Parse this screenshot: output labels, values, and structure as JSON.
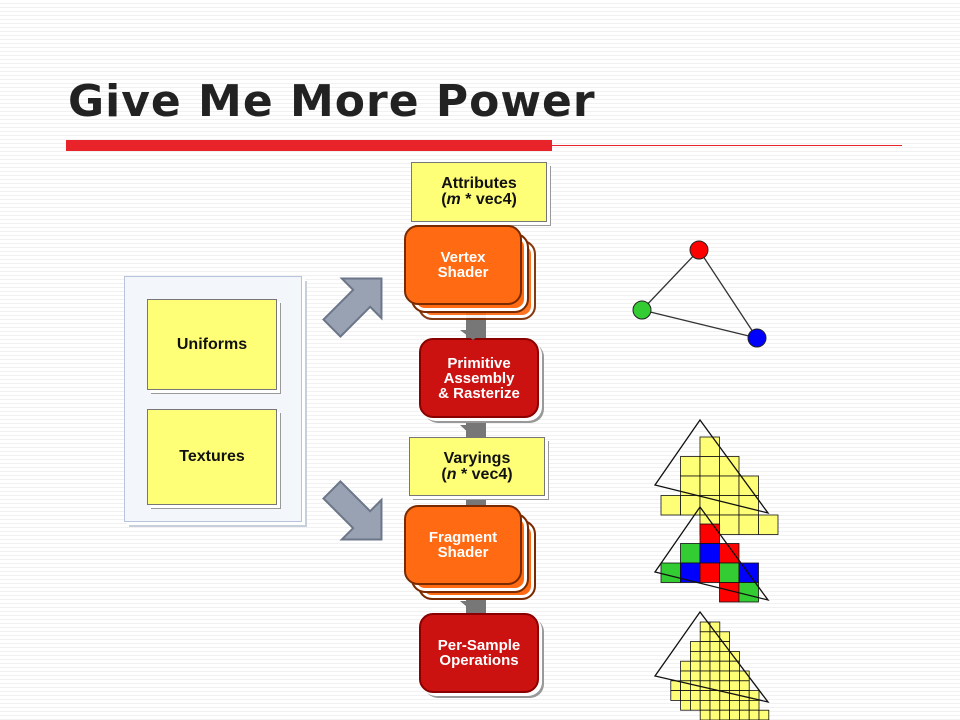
{
  "slide": {
    "title": "Give Me More Power"
  },
  "boxes": {
    "attributes": {
      "line1": "Attributes",
      "line2_var": "m",
      "line2_rest": " * vec4)",
      "line2_open": "("
    },
    "vertex_shader": {
      "line1": "Vertex",
      "line2": "Shader"
    },
    "primitive_assembly": {
      "line1": "Primitive",
      "line2": "Assembly",
      "line3": "& Rasterize"
    },
    "varyings": {
      "line1": "Varyings",
      "line2_var": "n",
      "line2_rest": " * vec4)",
      "line2_open": "("
    },
    "fragment_shader": {
      "line1": "Fragment",
      "line2": "Shader"
    },
    "per_sample": {
      "line1": "Per-Sample",
      "line2": "Operations"
    },
    "uniforms": {
      "label": "Uniforms"
    },
    "textures": {
      "label": "Textures"
    }
  },
  "colors": {
    "stage_red": "#cc1111",
    "shader_orange": "#ff6a12",
    "data_yellow": "#ffff77",
    "title_rule": "#e8232a",
    "arrow_gray": "#98a2b3",
    "vertex_colors": [
      "#ff0000",
      "#33cc33",
      "#0000ff"
    ]
  }
}
